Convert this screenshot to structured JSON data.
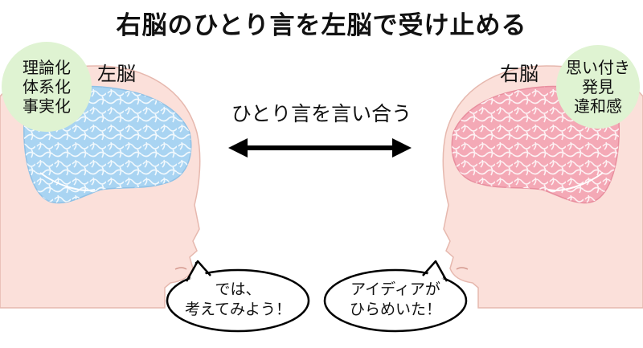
{
  "title": "右脳のひとり言を左脳で受け止める",
  "left": {
    "label": "左脳",
    "traits": [
      "理論化",
      "体系化",
      "事実化"
    ],
    "speech": [
      "では、",
      "考えてみよう！"
    ],
    "brain_color": "#a9d4f2"
  },
  "right": {
    "label": "右脳",
    "traits": [
      "思い付き",
      "発見",
      "違和感"
    ],
    "speech": [
      "アイディアが",
      "ひらめいた！"
    ],
    "brain_color": "#f4a9b6"
  },
  "center_text": "ひとり言を言い合う",
  "arrow": "double-headed-arrow",
  "colors": {
    "skin": "#fbe0da",
    "trait_circle": "#dff3d2"
  }
}
